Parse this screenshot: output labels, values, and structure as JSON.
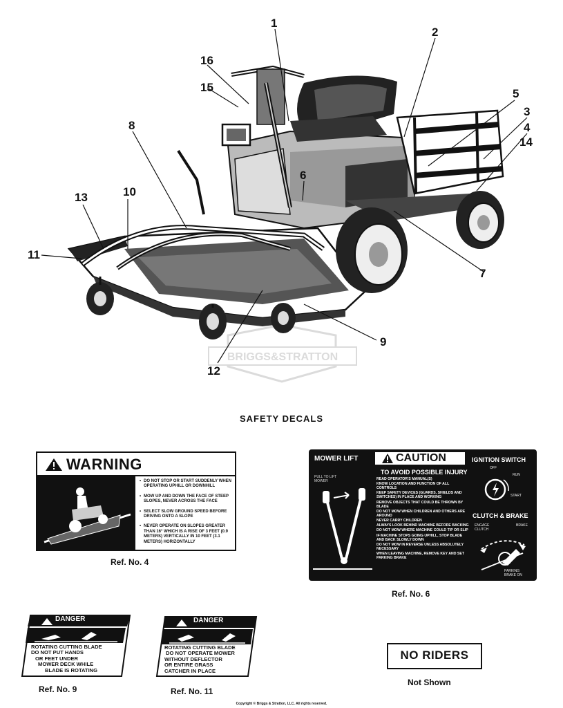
{
  "diagram": {
    "callouts": [
      "1",
      "2",
      "3",
      "4",
      "5",
      "6",
      "7",
      "8",
      "9",
      "10",
      "11",
      "12",
      "13",
      "14",
      "15",
      "16"
    ],
    "watermark": "BRIGGS&STRATTON"
  },
  "title": "SAFETY DECALS",
  "decals": {
    "warning": {
      "header": "WARNING",
      "items": [
        "DO NOT STOP OR START SUDDENLY WHEN OPERATING UPHILL OR DOWNHILL",
        "MOW UP AND DOWN THE FACE OF STEEP SLOPES, NEVER ACROSS THE FACE",
        "SELECT SLOW GROUND SPEED BEFORE DRIVING ONTO A SLOPE",
        "NEVER OPERATE ON SLOPES GREATER THAN 16° WHICH IS A RISE OF 3 FEET (0.9 METERS) VERTICALLY IN 10 FEET (3.1 METERS) HORIZONTALLY"
      ],
      "ref": "Ref. No. 4"
    },
    "caution": {
      "mower_lift": "MOWER LIFT",
      "mower_lift_sub": "PULL TO LIFT MOWER",
      "header": "CAUTION",
      "subheader": "TO AVOID POSSIBLE INJURY",
      "items": [
        "READ OPERATOR'S MANUAL(S)",
        "KNOW LOCATION AND FUNCTION OF ALL CONTROLS",
        "KEEP SAFETY DEVICES (GUARDS, SHIELDS AND SWITCHES) IN PLACE AND WORKING",
        "REMOVE OBJECTS THAT COULD BE THROWN BY BLADE",
        "DO NOT MOW WHEN CHILDREN AND OTHERS ARE AROUND",
        "NEVER CARRY CHILDREN",
        "ALWAYS LOOK BEHIND MACHINE BEFORE BACKING",
        "DO NOT MOW WHERE MACHINE COULD TIP OR SLIP",
        "IF MACHINE STOPS GOING UPHILL, STOP BLADE AND BACK SLOWLY DOWN",
        "DO NOT MOW IN REVERSE UNLESS ABSOLUTELY NECESSARY",
        "WHEN LEAVING MACHINE, REMOVE KEY AND SET PARKING BRAKE"
      ],
      "ignition": "IGNITION SWITCH",
      "ign_off": "OFF",
      "ign_run": "RUN",
      "ign_start": "START",
      "clutch": "CLUTCH & BRAKE",
      "engage": "ENGAGE CLUTCH",
      "brake": "BRAKE",
      "parking": "PARKING BRAKE ON",
      "ref": "Ref. No. 6"
    },
    "danger9": {
      "header": "DANGER",
      "lines": [
        "ROTATING CUTTING BLADE",
        "DO NOT PUT HANDS",
        "OR FEET UNDER",
        "MOWER DECK WHILE",
        "BLADE IS ROTATING"
      ],
      "ref": "Ref. No. 9"
    },
    "danger11": {
      "header": "DANGER",
      "lines": [
        "ROTATING CUTTING BLADE",
        "DO NOT OPERATE MOWER",
        "WITHOUT DEFLECTOR",
        "OR ENTIRE GRASS",
        "CATCHER IN PLACE"
      ],
      "ref": "Ref. No. 11"
    },
    "noriders": {
      "label": "NO RIDERS",
      "ref": "Not Shown"
    }
  },
  "copyright": "Copyright © Briggs & Stratton, LLC. All rights reserved."
}
